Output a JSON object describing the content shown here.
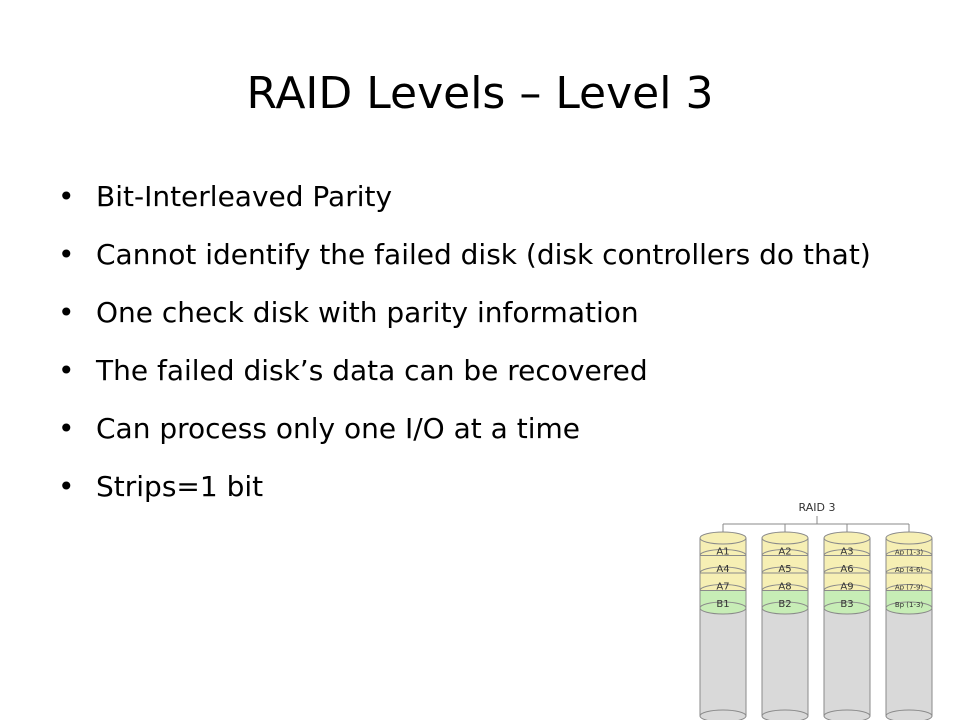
{
  "slide": {
    "title": "RAID Levels – Level 3",
    "bullets": [
      "Bit-Interleaved Parity",
      "Cannot identify the failed disk (disk controllers do that)",
      "One check disk with parity information",
      "The failed disk’s data can be recovered",
      "Can process only one I/O at a time",
      "Strips=1 bit"
    ],
    "bullet_glyph": "•"
  },
  "diagram": {
    "title": "RAID 3",
    "disks": [
      {
        "strips": [
          "A1",
          "A4",
          "A7",
          "B1"
        ]
      },
      {
        "strips": [
          "A2",
          "A5",
          "A8",
          "B2"
        ]
      },
      {
        "strips": [
          "A3",
          "A6",
          "A9",
          "B3"
        ]
      },
      {
        "strips": [
          "Ap (1-3)",
          "Ap (4-6)",
          "Ap (7-9)",
          "Bp (1-3)"
        ]
      }
    ],
    "colors": {
      "a_strip": "#f6efb4",
      "b_strip": "#c7edb6",
      "disk_body": "#d9d9d9",
      "outline": "#8a8a8a"
    }
  }
}
